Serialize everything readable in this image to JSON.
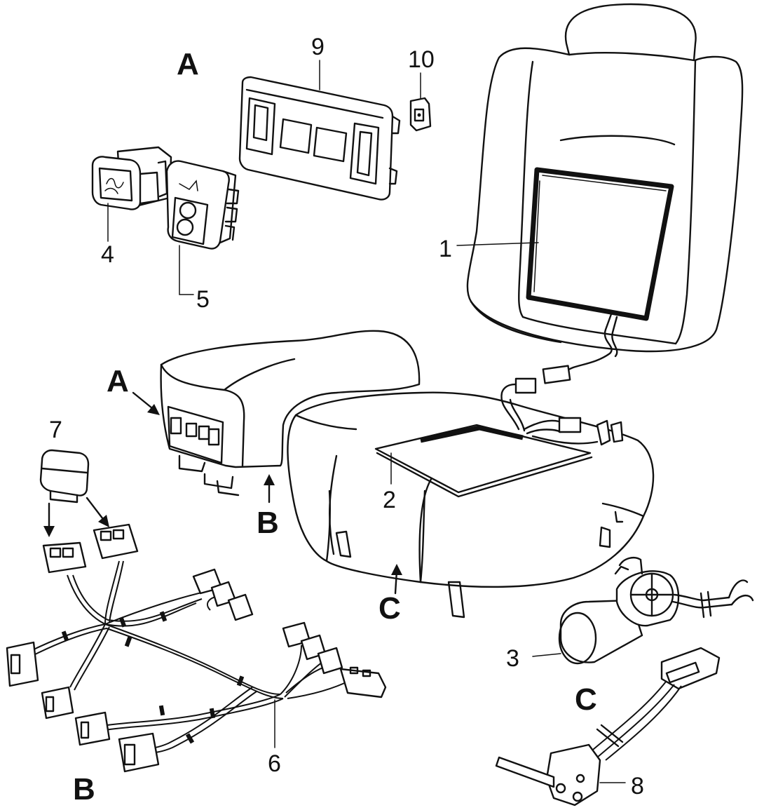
{
  "labels": {
    "part_1": "1",
    "part_2": "2",
    "part_3": "3",
    "part_4": "4",
    "part_5": "5",
    "part_6": "6",
    "part_7": "7",
    "part_8": "8",
    "part_9": "9",
    "part_10": "10",
    "view_a_top": "A",
    "view_a_seat": "A",
    "view_b_seat": "B",
    "view_b_harness": "B",
    "view_c_seat": "C",
    "view_c_motor": "C"
  }
}
